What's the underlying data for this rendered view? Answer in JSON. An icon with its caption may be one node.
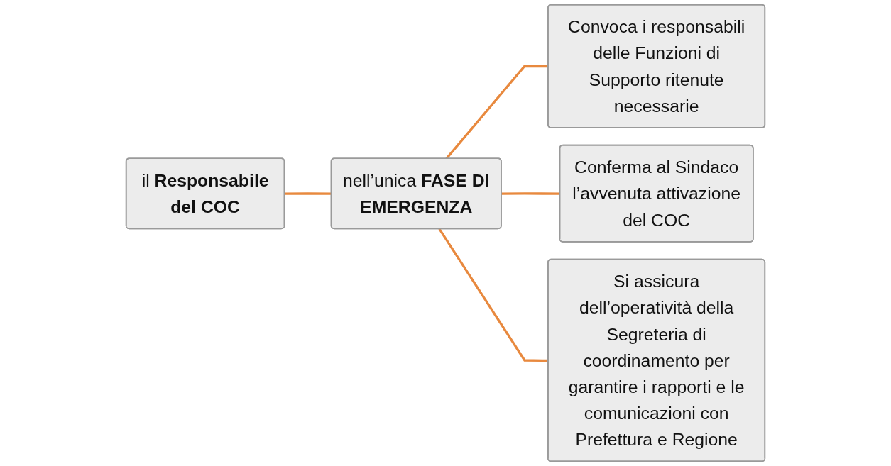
{
  "diagram": {
    "nodes": [
      {
        "text": [
          "il **Responsabile del COC**"
        ]
      },
      {
        "text": [
          "nell’unica **FASE DI EMERGENZA**"
        ]
      },
      {
        "text": [
          "Convoca i responsabili delle Funzioni di Supporto ritenute necessarie"
        ]
      },
      {
        "text": [
          "Conferma al Sindaco l’avvenuta attivazione del COC"
        ]
      },
      {
        "text": [
          "Si assicura dell’operatività della Segreteria di coordinamento per garantire i rapporti e le comunicazioni con Prefettura e Regione"
        ]
      }
    ],
    "edges": [
      {
        "from": 0,
        "to": 1,
        "arrow": "none"
      },
      {
        "from": 1,
        "to": 2,
        "arrow": "none"
      },
      {
        "from": 1,
        "to": 3,
        "arrow": "none"
      },
      {
        "from": 1,
        "to": 4,
        "arrow": "none"
      }
    ]
  }
}
